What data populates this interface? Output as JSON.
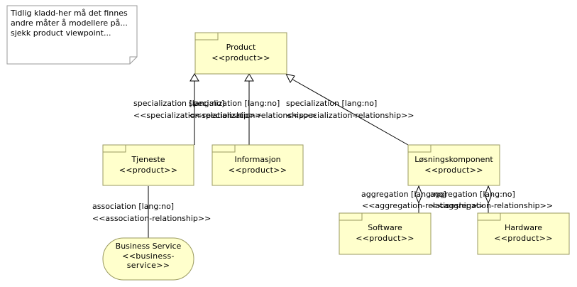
{
  "note": {
    "lines": [
      "Tidlig kladd-her må det finnes",
      "andre måter å modellere på...",
      "sjekk product viewpoint..."
    ]
  },
  "nodes": {
    "product": {
      "name": "Product",
      "stereotype": "<<product>>"
    },
    "tjeneste": {
      "name": "Tjeneste",
      "stereotype": "<<product>>"
    },
    "informasjon": {
      "name": "Informasjon",
      "stereotype": "<<product>>"
    },
    "losningskomponent": {
      "name": "Løsningskomponent",
      "stereotype": "<<product>>"
    },
    "software": {
      "name": "Software",
      "stereotype": "<<product>>"
    },
    "hardware": {
      "name": "Hardware",
      "stereotype": "<<product>>"
    },
    "business_service": {
      "name": "Business Service",
      "stereotype": "<<business-service>>"
    }
  },
  "relations": {
    "spec_tjeneste": {
      "name": "specialization [lang:no]",
      "stereotype": "<<specialization-relationship>>"
    },
    "spec_informasjon": {
      "name": "specialization [lang:no]",
      "stereotype": "<<specialization-relationship>>"
    },
    "spec_losning": {
      "name": "specialization [lang:no]",
      "stereotype": "<<specialization-relationship>>"
    },
    "assoc_business": {
      "name": "association [lang:no]",
      "stereotype": "<<association-relationship>>"
    },
    "aggr_software": {
      "name": "aggregation [lang:no]",
      "stereotype": "<<aggregation-relationship>>"
    },
    "aggr_hardware": {
      "name": "aggregation [lang:no]",
      "stereotype": "<<aggregation-relationship>>"
    }
  },
  "colors": {
    "node_fill": "#ffffcc",
    "node_stroke": "#9a9a60",
    "edge": "#000000",
    "note_stroke": "#9a9a9a"
  }
}
